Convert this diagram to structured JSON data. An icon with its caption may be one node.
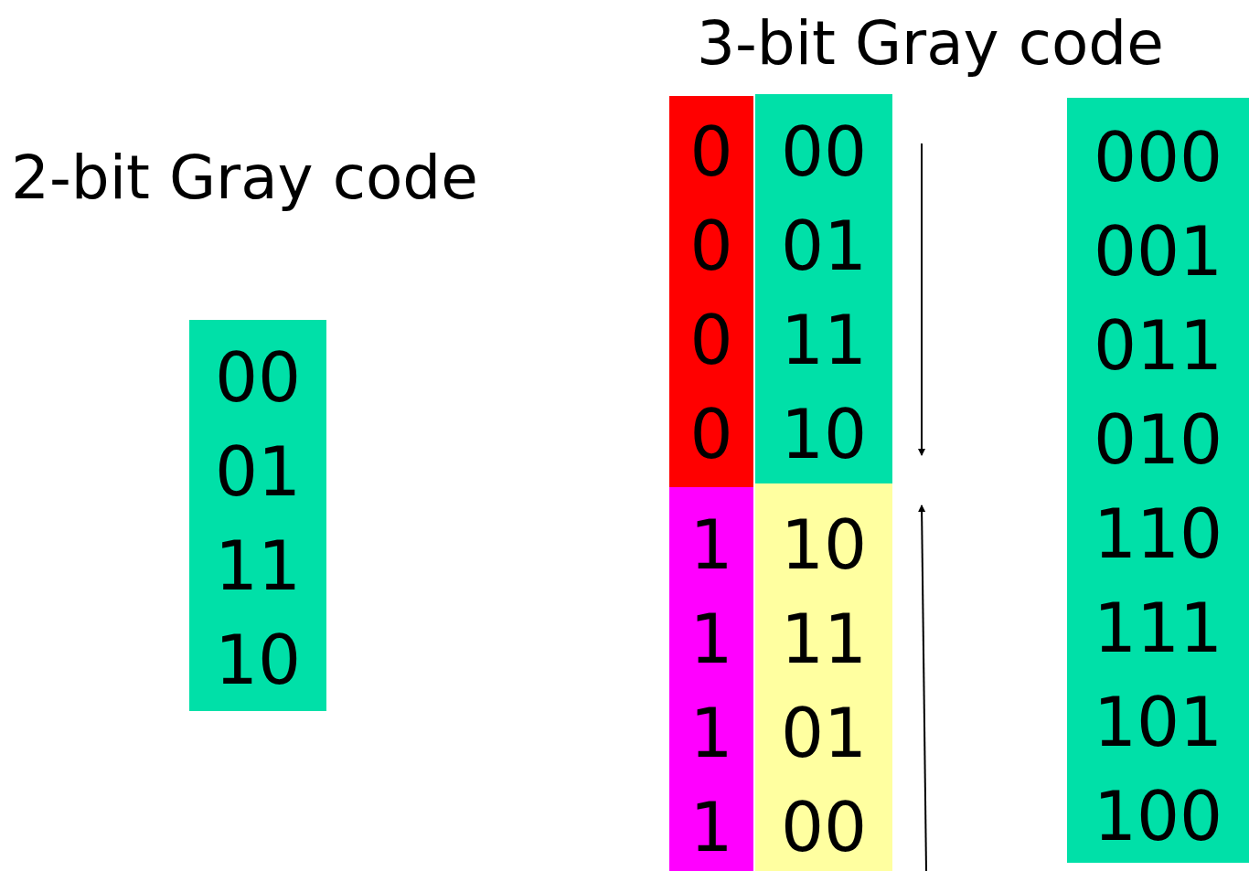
{
  "diagram": {
    "nodes": [
      {
        "text": [
          "00",
          "01",
          "11",
          "10"
        ]
      },
      {
        "text": [
          "0",
          "0",
          "0",
          "0"
        ]
      },
      {
        "text": [
          "00",
          "01",
          "11",
          "10"
        ]
      },
      {
        "text": [
          "1",
          "1",
          "1",
          "1"
        ]
      },
      {
        "text": [
          "10",
          "11",
          "01",
          "00"
        ]
      },
      {
        "text": [
          "000",
          "001",
          "011",
          "010",
          "110",
          "111",
          "101",
          "100"
        ]
      }
    ],
    "labels": [
      "2-bit Gray code",
      "3-bit Gray code"
    ]
  }
}
